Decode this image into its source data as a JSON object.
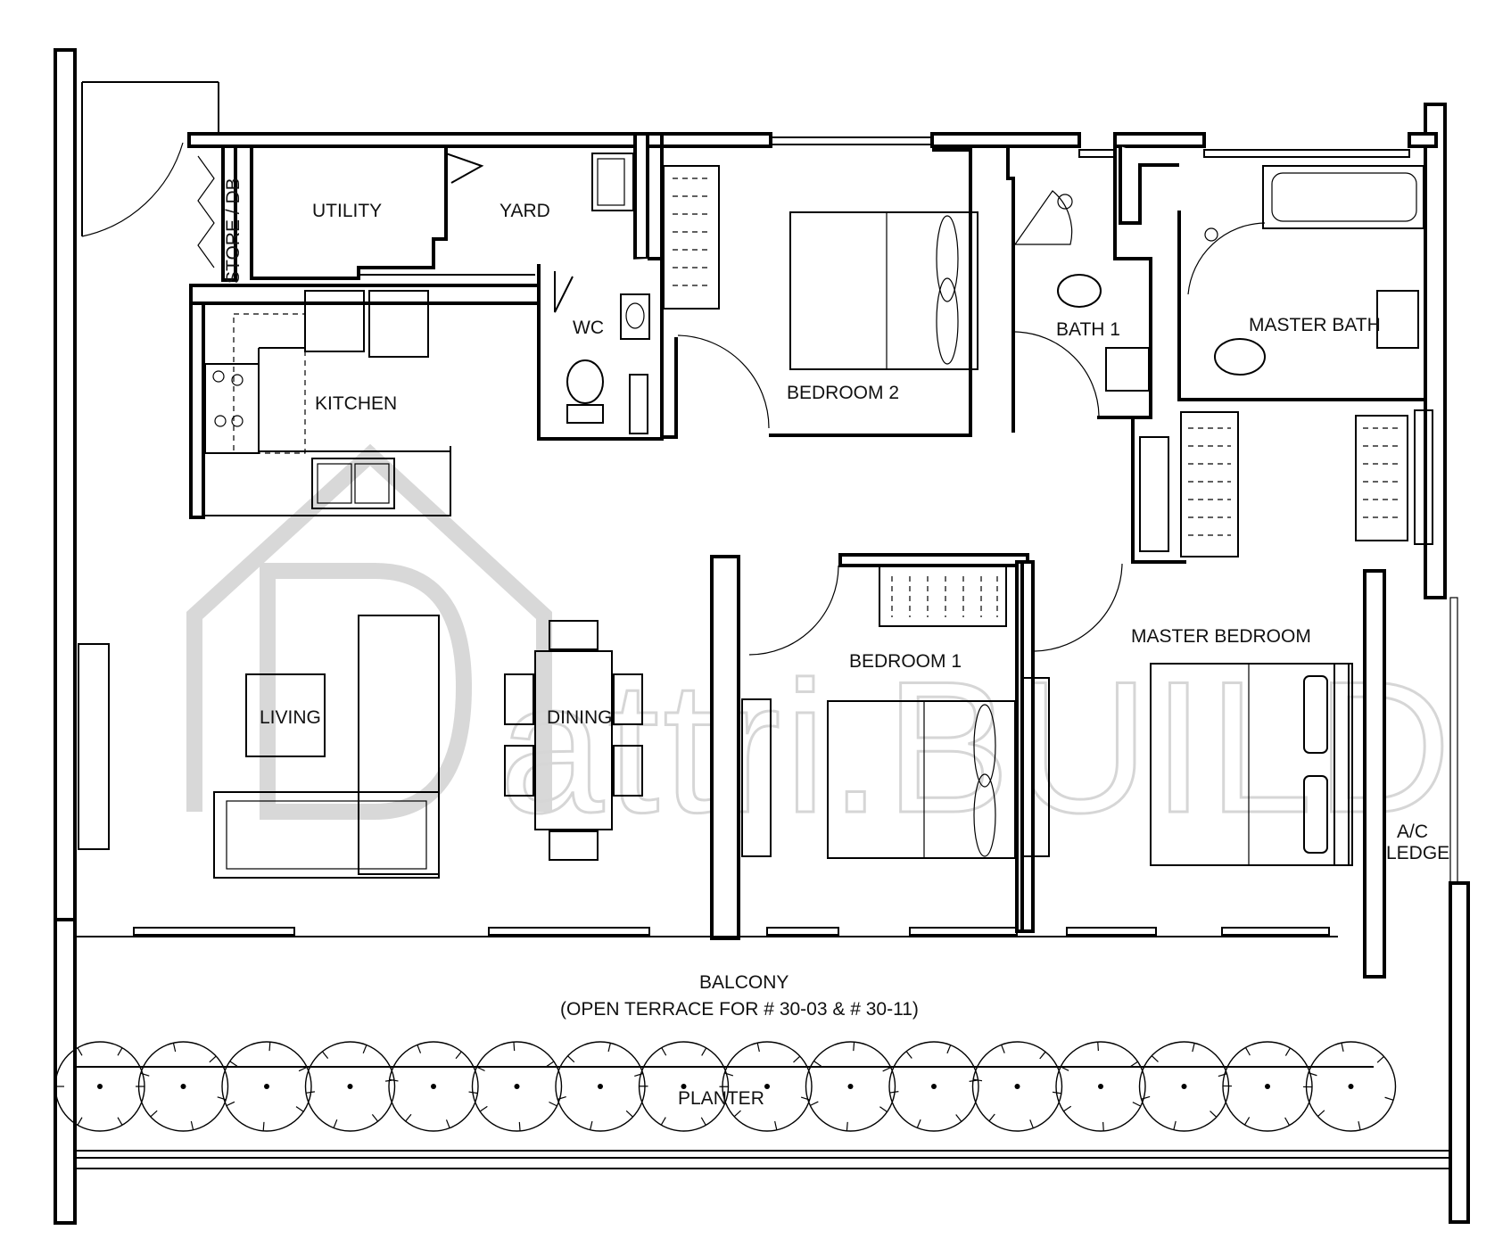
{
  "rooms": {
    "store_db": "STORE / DB",
    "utility": "UTILITY",
    "yard": "YARD",
    "kitchen": "KITCHEN",
    "wc": "WC",
    "bedroom2": "BEDROOM 2",
    "bath1": "BATH 1",
    "master_bath": "MASTER BATH",
    "bedroom1": "BEDROOM 1",
    "master_bedroom": "MASTER BEDROOM",
    "living": "LIVING",
    "dining": "DINING",
    "ac_ledge_1": "A/C",
    "ac_ledge_2": "LEDGE",
    "balcony": "BALCONY",
    "balcony_note": "(OPEN TERRACE FOR # 30-03 & # 30-11)",
    "planter": "PLANTER"
  },
  "watermark": {
    "text": "attri.BUILD",
    "color": "#d6d6d6"
  },
  "colors": {
    "walls": "#000000",
    "background": "#ffffff"
  }
}
